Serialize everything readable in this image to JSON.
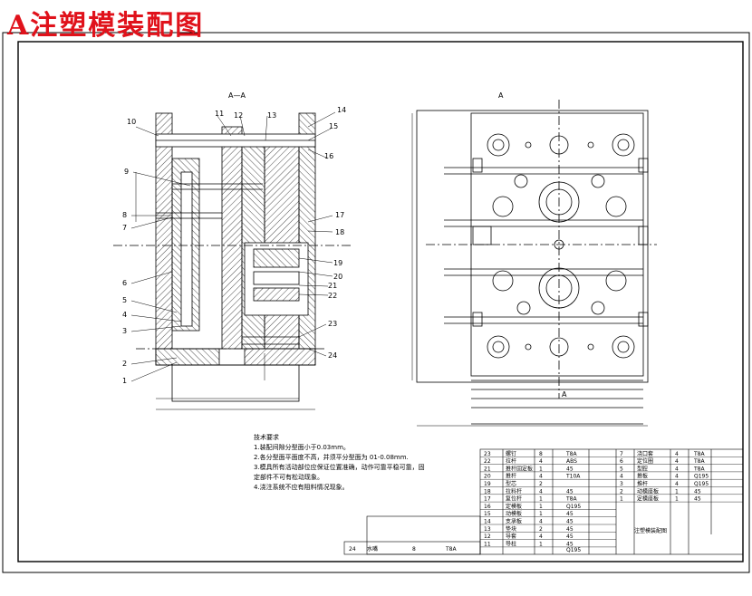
{
  "title": "A注塑模装配图",
  "section_label": "A—A",
  "view_label_a": "A",
  "view_label_a2": "A",
  "leader_numbers": [
    "1",
    "2",
    "3",
    "4",
    "5",
    "6",
    "7",
    "8",
    "9",
    "10",
    "11",
    "12",
    "13",
    "14",
    "15",
    "16",
    "17",
    "18",
    "19",
    "20",
    "21",
    "22",
    "23",
    "24"
  ],
  "notes": {
    "heading": "技术要求",
    "lines": [
      "1.装配间隙分型面小于0.03mm。",
      "2.各分型面平面度不高，并须平分型面为 01-0.08mm.",
      "3.模具所有活动部位应保证位置准确，动作可靠平稳可靠，固",
      "定部件不可有松动现象。",
      "4.浇注系统不应有阻料情况现象。"
    ]
  },
  "bom_rows": [
    {
      "no": "23",
      "name": "螺钉",
      "qty": "8",
      "mat": "T8A"
    },
    {
      "no": "22",
      "name": "拉杆",
      "qty": "4",
      "mat": "ABS"
    },
    {
      "no": "21",
      "name": "推杆固定板",
      "qty": "1",
      "mat": "45"
    },
    {
      "no": "20",
      "name": "推杆",
      "qty": "4",
      "mat": "T10A"
    },
    {
      "no": "19",
      "name": "型芯",
      "qty": "2",
      "mat": ""
    },
    {
      "no": "18",
      "name": "拉料杆",
      "qty": "4",
      "mat": "45"
    },
    {
      "no": "17",
      "name": "复位杆",
      "qty": "1",
      "mat": "T8A"
    },
    {
      "no": "16",
      "name": "定模板",
      "qty": "1",
      "mat": "Q195"
    },
    {
      "no": "15",
      "name": "动模板",
      "qty": "1",
      "mat": "45"
    },
    {
      "no": "14",
      "name": "支承板",
      "qty": "4",
      "mat": "45"
    },
    {
      "no": "13",
      "name": "垫块",
      "qty": "2",
      "mat": "45"
    },
    {
      "no": "12",
      "name": "导套",
      "qty": "4",
      "mat": "45"
    },
    {
      "no": "11",
      "name": "导柱",
      "qty": "1",
      "mat": "45"
    }
  ],
  "bom_rows_right": [
    {
      "no": "7",
      "name": "浇口套",
      "qty": "4",
      "mat": "T8A"
    },
    {
      "no": "6",
      "name": "定位圈",
      "qty": "4",
      "mat": "T8A"
    },
    {
      "no": "5",
      "name": "型腔",
      "qty": "4",
      "mat": "T8A"
    },
    {
      "no": "4",
      "name": "推板",
      "qty": "4",
      "mat": "Q195"
    },
    {
      "no": "3",
      "name": "推杆",
      "qty": "4",
      "mat": "Q195"
    },
    {
      "no": "2",
      "name": "动模座板",
      "qty": "1",
      "mat": "45"
    },
    {
      "no": "1",
      "name": "定模座板",
      "qty": "1",
      "mat": "45"
    }
  ],
  "bom_last": {
    "no": "24",
    "name": "水嘴",
    "qty": "8",
    "mat": "T8A"
  },
  "bom_last_right": "Q195",
  "title_block_name": "注塑模装配图"
}
